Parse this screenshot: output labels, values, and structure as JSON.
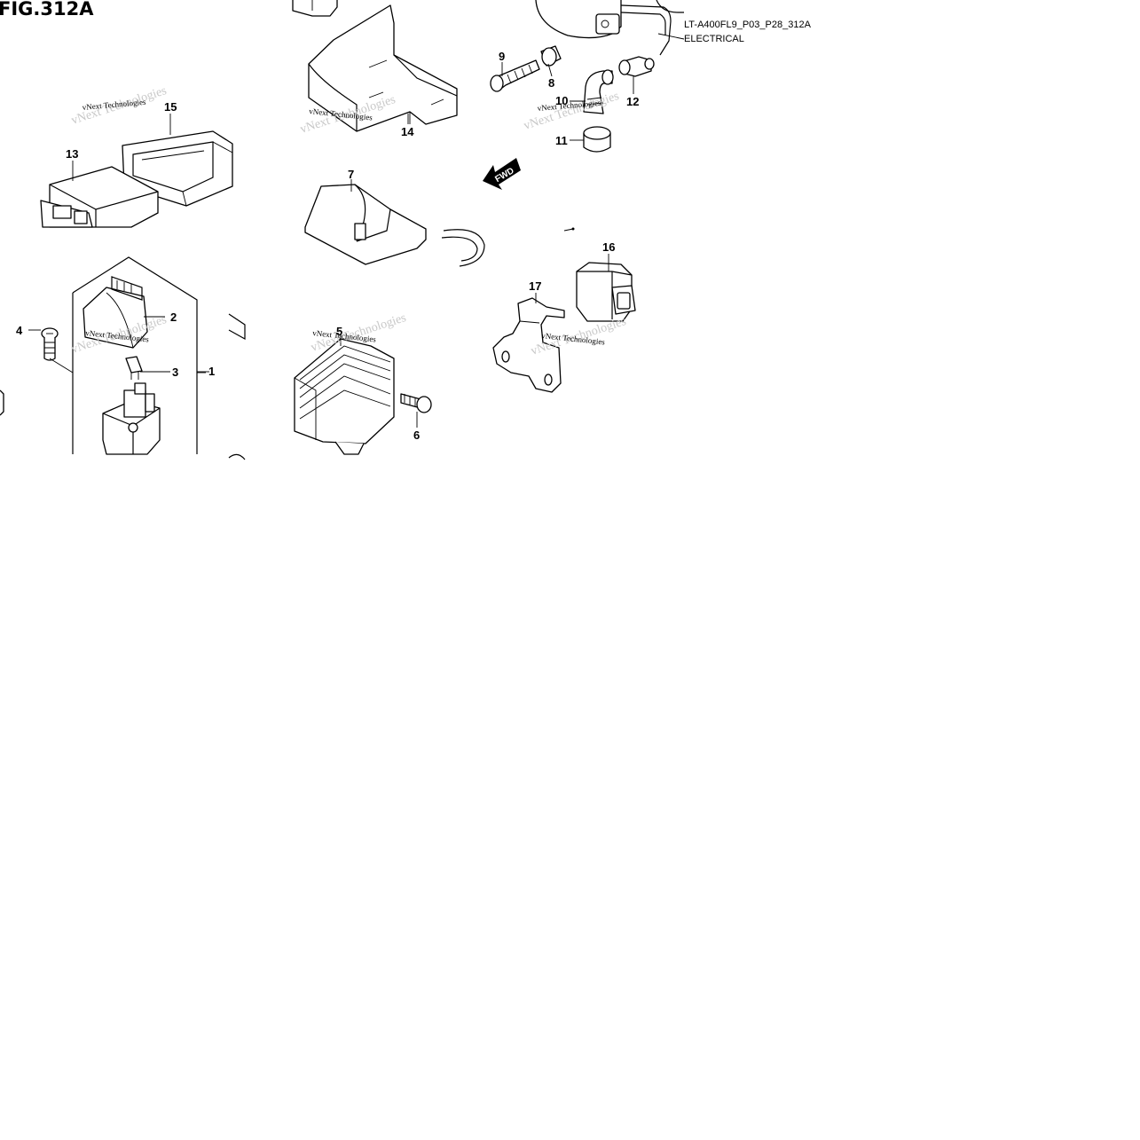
{
  "figure": {
    "title": "FIG.312A",
    "code": "LT-A400FL9_P03_P28_312A",
    "section": "ELECTRICAL"
  },
  "fwd_label": "FWD",
  "watermark": "vNext Technologies",
  "callouts": {
    "c1": "1",
    "c2": "2",
    "c3": "3",
    "c4": "4",
    "c5": "5",
    "c6": "6",
    "c7": "7",
    "c8": "8",
    "c9": "9",
    "c10": "10",
    "c11": "11",
    "c12": "12",
    "c13": "13",
    "c14": "14",
    "c15": "15",
    "c16": "16",
    "c17": "17"
  },
  "colors": {
    "ink": "#000000",
    "paper": "#ffffff",
    "watermark_ghost": "#c8c8c8"
  }
}
